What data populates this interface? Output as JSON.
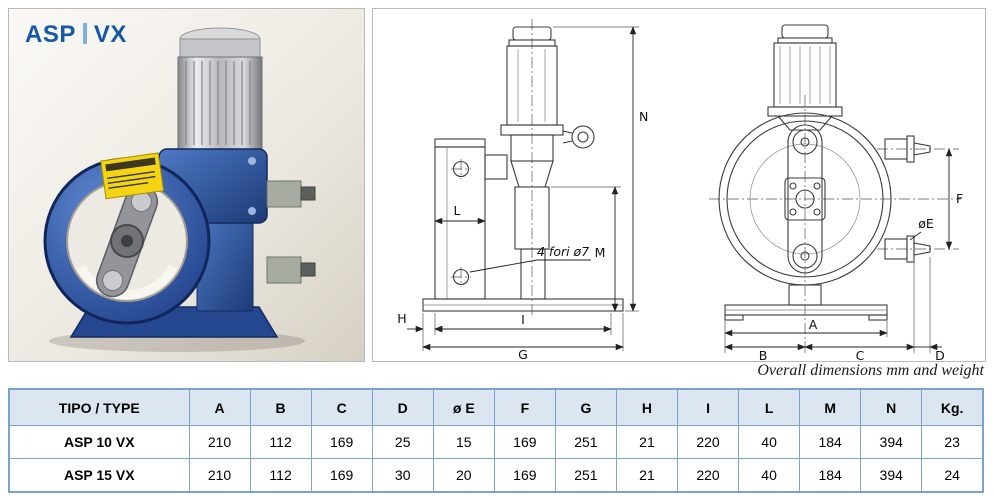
{
  "brand": {
    "name_left": "ASP",
    "name_right": "VX",
    "logo_color": "#1558a7",
    "separator_color": "#7fb0e0"
  },
  "caption": "Overall dimensions mm and weight",
  "drawing": {
    "note": "4 fori ø7",
    "labels": {
      "A": "A",
      "B": "B",
      "C": "C",
      "D": "D",
      "E": "øE",
      "F": "F",
      "G": "G",
      "H": "H",
      "I": "I",
      "L": "L",
      "M": "M",
      "N": "N"
    }
  },
  "table": {
    "header_bg": "#dce6f1",
    "border_color": "#7ba3cf",
    "headers": [
      "TIPO / TYPE",
      "A",
      "B",
      "C",
      "D",
      "ø E",
      "F",
      "G",
      "H",
      "I",
      "L",
      "M",
      "N",
      "Kg."
    ],
    "rows": [
      [
        "ASP 10 VX",
        "210",
        "112",
        "169",
        "25",
        "15",
        "169",
        "251",
        "21",
        "220",
        "40",
        "184",
        "394",
        "23"
      ],
      [
        "ASP 15 VX",
        "210",
        "112",
        "169",
        "30",
        "20",
        "169",
        "251",
        "21",
        "220",
        "40",
        "184",
        "394",
        "24"
      ]
    ]
  }
}
